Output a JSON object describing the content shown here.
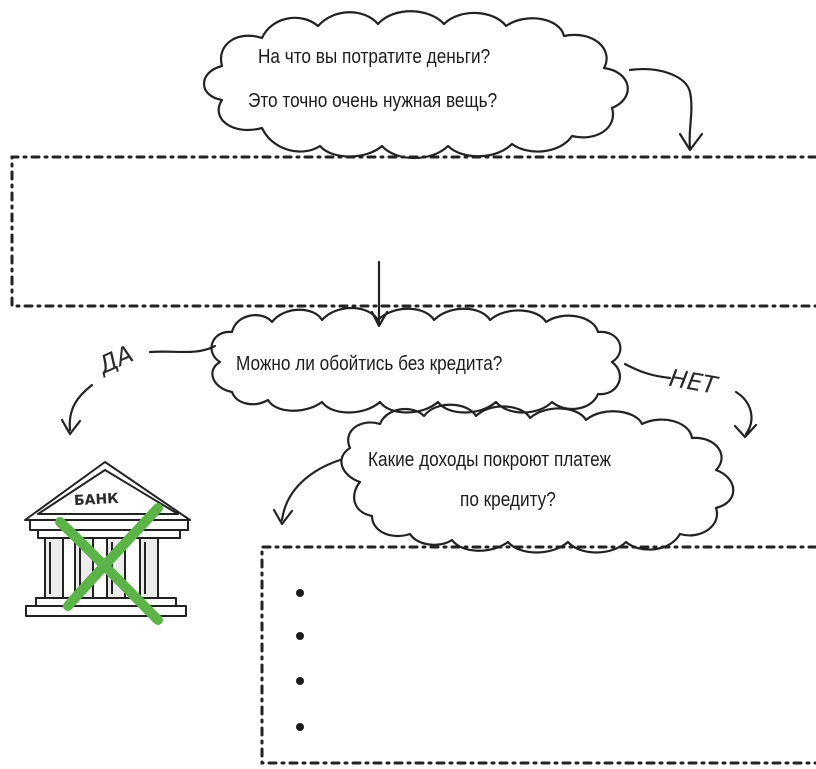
{
  "bubbles": {
    "top_line1": "На что вы потратите деньги?",
    "top_line2": "Это точно очень нужная вещь?",
    "middle": "Можно ли обойтись без кредита?",
    "bottom_line1": "Какие доходы покроют платеж",
    "bottom_line2": "по кредиту?"
  },
  "branches": {
    "yes": "ДА",
    "no": "НЕТ"
  },
  "bank": {
    "sign": "БАНК",
    "icon": "bank-building-icon",
    "crossed": true,
    "cross_color": "#5cb348"
  },
  "answer_list": {
    "bullets": [
      "",
      "",
      "",
      ""
    ]
  },
  "colors": {
    "ink": "#1c1c1c",
    "cross": "#5cb348"
  }
}
